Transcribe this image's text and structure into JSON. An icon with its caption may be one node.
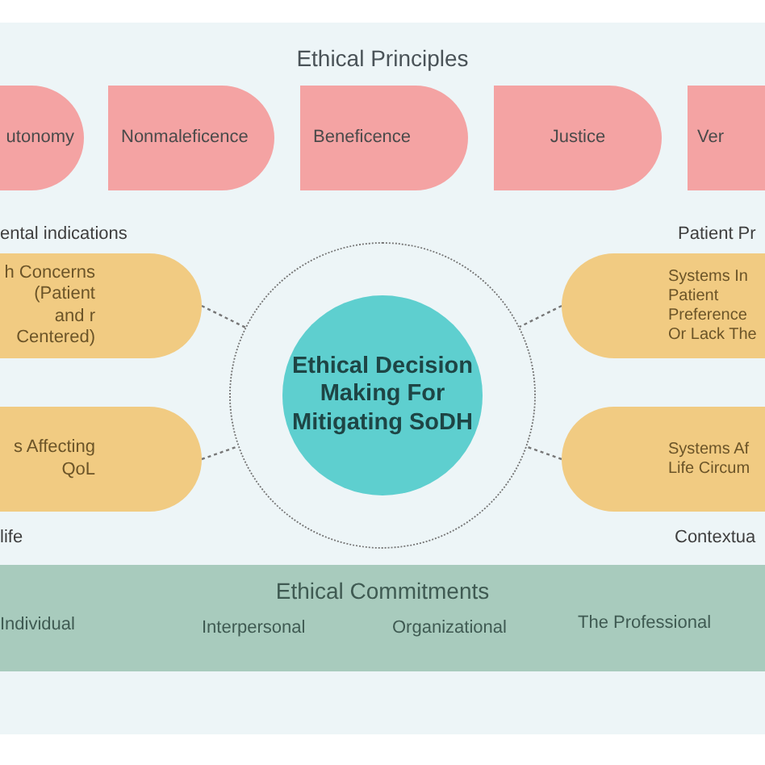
{
  "diagram": {
    "nodes": [
      {
        "text": [
          "utonomy"
        ]
      },
      {
        "text": [
          "Nonmaleficence"
        ]
      },
      {
        "text": [
          "Beneficence"
        ]
      },
      {
        "text": [
          "Justice"
        ]
      },
      {
        "text": [
          "Ver"
        ]
      },
      {
        "text": [
          "h Concerns (Patient and r Centered)"
        ]
      },
      {
        "text": [
          "s Affecting QoL"
        ]
      },
      {
        "text": [
          "Ethical Decision Making  For Mitigating SoDH"
        ]
      },
      {
        "text": [
          "Systems In Patient Preference Or Lack The"
        ]
      },
      {
        "text": [
          "Systems Af Life Circum"
        ]
      },
      {
        "text": [
          "Ethical Commitments",
          "Individual",
          "Interpersonal",
          "Organizational",
          "The Professional"
        ]
      }
    ],
    "edges": [
      {
        "from": 5,
        "to": 7,
        "arrow": "none",
        "style": "dashed"
      },
      {
        "from": 6,
        "to": 7,
        "arrow": "none",
        "style": "dashed"
      },
      {
        "from": 8,
        "to": 7,
        "arrow": "none",
        "style": "dashed"
      },
      {
        "from": 9,
        "to": 7,
        "arrow": "none",
        "style": "dashed"
      }
    ],
    "labels": [
      "Ethical Principles",
      "ental indications",
      "Patient Pr",
      "life",
      "Contextua"
    ]
  }
}
